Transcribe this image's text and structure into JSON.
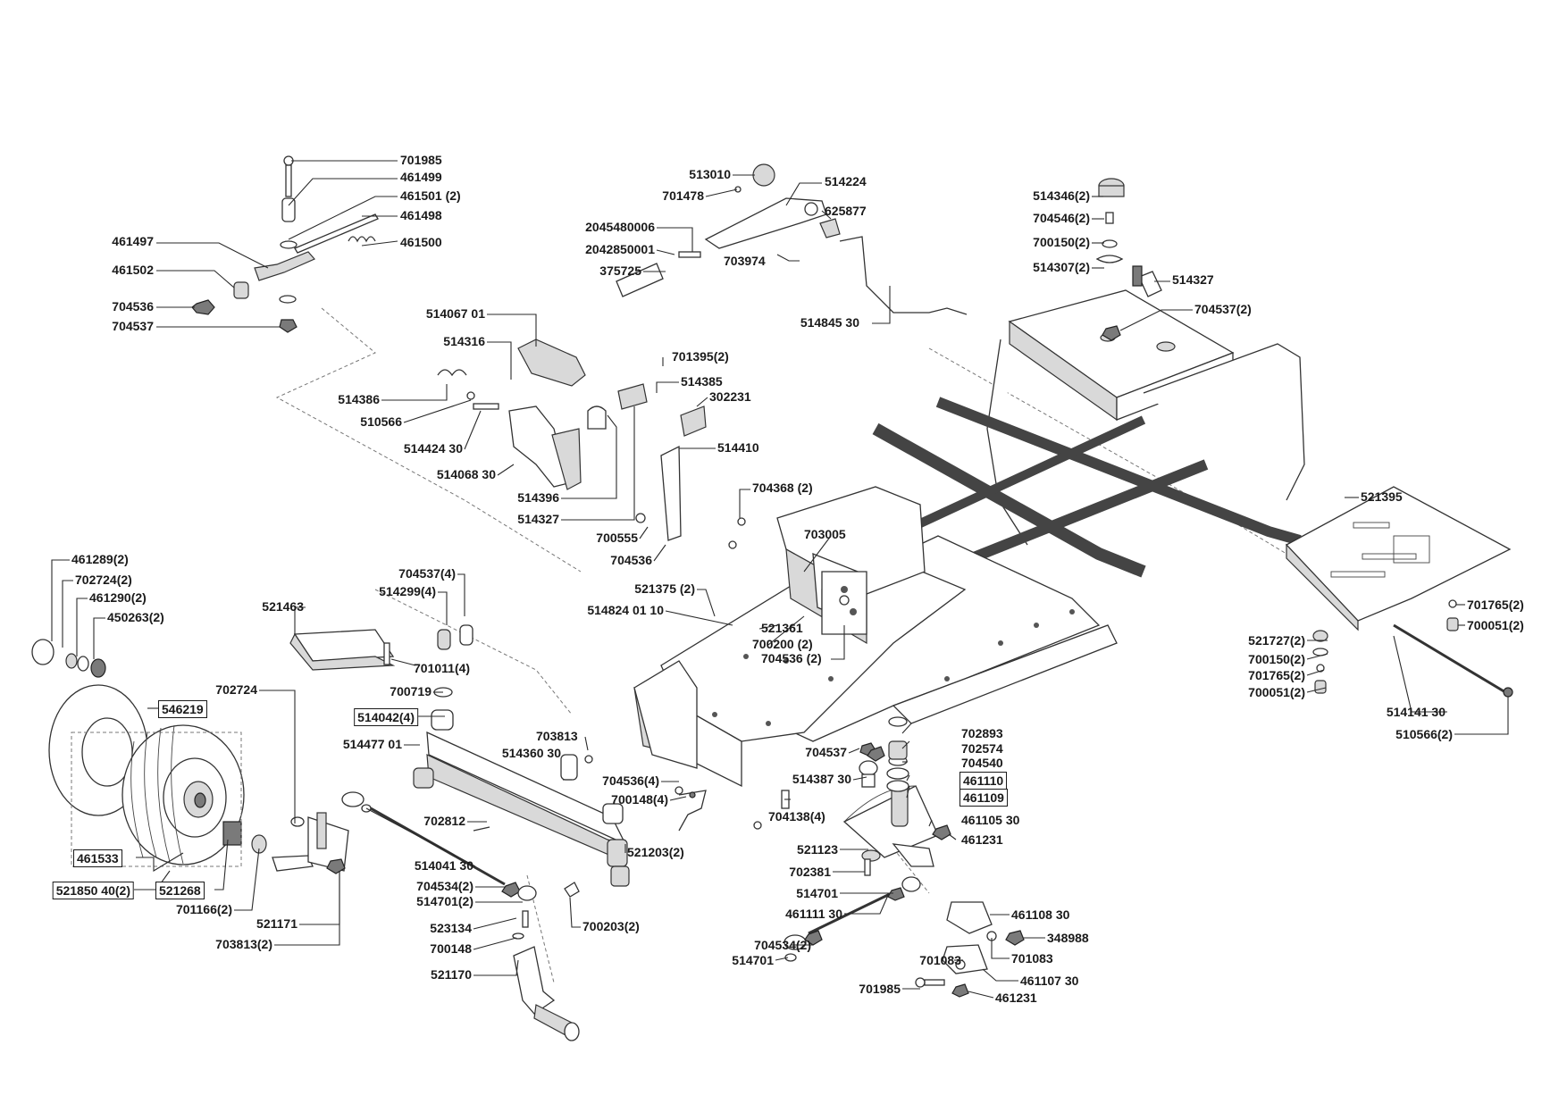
{
  "diagram": {
    "labels": {
      "p701985_top": "701985",
      "p461499": "461499",
      "p461501": "461501 (2)",
      "p461498": "461498",
      "p461497": "461497",
      "p461500": "461500",
      "p461502": "461502",
      "p704536_top": "704536",
      "p704537_top": "704537",
      "p513010": "513010",
      "p514224": "514224",
      "p701478": "701478",
      "p625877": "625877",
      "p2045480006": "2045480006",
      "p2042850001": "2042850001",
      "p375725": "375725",
      "p703974": "703974",
      "p514845": "514845 30",
      "p514346": "514346(2)",
      "p704546": "704546(2)",
      "p700150_top": "700150(2)",
      "p514307": "514307(2)",
      "p514327_top": "514327",
      "p704537_2": "704537(2)",
      "p514067": "514067 01",
      "p514316": "514316",
      "p701395": "701395(2)",
      "p514385": "514385",
      "p302231": "302231",
      "p514386": "514386",
      "p510566": "510566",
      "p514424": "514424 30",
      "p514068": "514068 30",
      "p514410": "514410",
      "p514396": "514396",
      "p514327_mid": "514327",
      "p700555": "700555",
      "p704536_mid": "704536",
      "p704368": "704368 (2)",
      "p703005": "703005",
      "p521395": "521395",
      "p461289": "461289(2)",
      "p702724_2": "702724(2)",
      "p461290": "461290(2)",
      "p450263": "450263(2)",
      "p704537_4": "704537(4)",
      "p514299": "514299(4)",
      "p521463": "521463",
      "p521375": "521375 (2)",
      "p514824": "514824 01 10",
      "p521361": "521361",
      "p700200": "700200 (2)",
      "p704536_2": "704536 (2)",
      "p701011": "701011(4)",
      "p702724": "702724",
      "p700719": "700719",
      "p546219": "546219",
      "p514042": "514042(4)",
      "p514477": "514477 01",
      "p703813": "703813",
      "p514360": "514360 30",
      "p704536_4": "704536(4)",
      "p700148_4": "700148(4)",
      "p702812": "702812",
      "p461533": "461533",
      "p521850": "521850 40(2)",
      "p521268": "521268",
      "p701166": "701166(2)",
      "p521171": "521171",
      "p703813_2": "703813(2)",
      "p514041": "514041 30",
      "p704534_2a": "704534(2)",
      "p514701_2": "514701(2)",
      "p523134": "523134",
      "p700148": "700148",
      "p521170": "521170",
      "p521203": "521203(2)",
      "p700203": "700203(2)",
      "p704537_mid": "704537",
      "p514387": "514387 30",
      "p704138": "704138(4)",
      "p702893": "702893",
      "p702574": "702574",
      "p704540": "704540",
      "p461110": "461110",
      "p461109": "461109",
      "p461105": "461105 30",
      "p461231_a": "461231",
      "p521123": "521123",
      "p702381": "702381",
      "p514701": "514701",
      "p461111": "461111 30",
      "p461108": "461108 30",
      "p348988": "348988",
      "p704534_2b": "704534(2)",
      "p514701_b": "514701",
      "p701083_a": "701083",
      "p701083_b": "701083",
      "p461107": "461107 30",
      "p701985_bot": "701985",
      "p461231_b": "461231",
      "p701765_a": "701765(2)",
      "p700051_a": "700051(2)",
      "p521727": "521727(2)",
      "p700150_b": "700150(2)",
      "p701765_b": "701765(2)",
      "p700051_b": "700051(2)",
      "p514141": "514141 30",
      "p510566_2": "510566(2)"
    }
  }
}
